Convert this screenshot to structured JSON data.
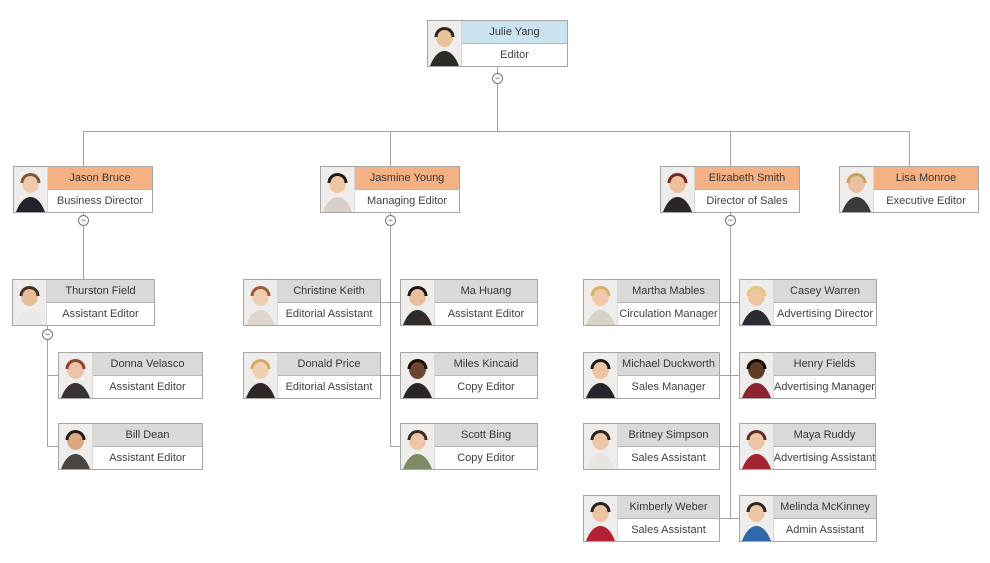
{
  "colors": {
    "level0_header": "#c9e4ef",
    "level1_header": "#f4b183",
    "level2_header": "#d9d9d9",
    "box_border": "#a6a6a6",
    "connector": "#a3a3a3",
    "background": "#ffffff"
  },
  "collapse_button": {
    "symbol": "−"
  },
  "nodes": [
    {
      "id": "julie-yang",
      "name": "Julie Yang",
      "title": "Editor",
      "level": 0,
      "parent": null,
      "avatar": {
        "skin": "#e9c29c",
        "hair": "#2b211c",
        "shirt": "#2e2a24"
      }
    },
    {
      "id": "jason-bruce",
      "name": "Jason Bruce",
      "title": "Business Director",
      "level": 1,
      "parent": "Julie Yang",
      "avatar": {
        "skin": "#efc9a8",
        "hair": "#7d5a3c",
        "shirt": "#23222a"
      }
    },
    {
      "id": "jasmine-young",
      "name": "Jasmine Young",
      "title": "Managing Editor",
      "level": 1,
      "parent": "Julie Yang",
      "avatar": {
        "skin": "#eec6a2",
        "hair": "#221a16",
        "shirt": "#d8cfc6"
      }
    },
    {
      "id": "elizabeth-smith",
      "name": "Elizabeth Smith",
      "title": "Director of Sales",
      "level": 1,
      "parent": "Julie Yang",
      "avatar": {
        "skin": "#ecc0a0",
        "hair": "#782820",
        "shirt": "#2b2626"
      }
    },
    {
      "id": "lisa-monroe",
      "name": "Lisa Monroe",
      "title": "Executive Editor",
      "level": 1,
      "parent": "Julie Yang",
      "avatar": {
        "skin": "#e8c2a0",
        "hair": "#c8a258",
        "shirt": "#3a3a3a"
      }
    },
    {
      "id": "thurston-field",
      "name": "Thurston Field",
      "title": "Assistant Editor",
      "level": 2,
      "parent": "Jason Bruce",
      "avatar": {
        "skin": "#e6bd9b",
        "hair": "#47301f",
        "shirt": "#e9e9e7"
      }
    },
    {
      "id": "donna-velasco",
      "name": "Donna Velasco",
      "title": "Assistant Editor",
      "level": 2,
      "parent": "Thurston Field",
      "avatar": {
        "skin": "#ecc3a4",
        "hair": "#93402c",
        "shirt": "#3a3231"
      }
    },
    {
      "id": "bill-dean",
      "name": "Bill Dean",
      "title": "Assistant Editor",
      "level": 2,
      "parent": "Thurston Field",
      "avatar": {
        "skin": "#d9a87f",
        "hair": "#241b16",
        "shirt": "#4a4440"
      }
    },
    {
      "id": "christine-keith",
      "name": "Christine Keith",
      "title": "Editorial Assistant",
      "level": 2,
      "parent": "Jasmine Young",
      "avatar": {
        "skin": "#efcdb2",
        "hair": "#a05a36",
        "shirt": "#ded6cf"
      }
    },
    {
      "id": "ma-huang",
      "name": "Ma Huang",
      "title": "Assistant Editor",
      "level": 2,
      "parent": "Jasmine Young",
      "avatar": {
        "skin": "#e9bf9c",
        "hair": "#1c1512",
        "shirt": "#2f2b28"
      }
    },
    {
      "id": "donald-price",
      "name": "Donald Price",
      "title": "Editorial Assistant",
      "level": 2,
      "parent": "Jasmine Young",
      "avatar": {
        "skin": "#f0d0b2",
        "hair": "#d8ab62",
        "shirt": "#2e2724"
      }
    },
    {
      "id": "miles-kincaid",
      "name": "Miles Kincaid",
      "title": "Copy Editor",
      "level": 2,
      "parent": "Jasmine Young",
      "avatar": {
        "skin": "#6d4530",
        "hair": "#171009",
        "shirt": "#2a2522"
      }
    },
    {
      "id": "scott-bing",
      "name": "Scott Bing",
      "title": "Copy Editor",
      "level": 2,
      "parent": "Jasmine Young",
      "avatar": {
        "skin": "#ecc6a6",
        "hair": "#3c2a1c",
        "shirt": "#7e8a64"
      }
    },
    {
      "id": "martha-mables",
      "name": "Martha Mables",
      "title": "Circulation Manager",
      "level": 2,
      "parent": "Elizabeth Smith",
      "avatar": {
        "skin": "#eec9ab",
        "hair": "#d9b164",
        "shirt": "#d8d2c8"
      }
    },
    {
      "id": "casey-warren",
      "name": "Casey Warren",
      "title": "Advertising Director",
      "level": 2,
      "parent": "Elizabeth Smith",
      "avatar": {
        "skin": "#eec4a2",
        "hair": "#e3c87e",
        "shirt": "#2b2b33"
      }
    },
    {
      "id": "michael-duckworth",
      "name": "Michael Duckworth",
      "title": "Sales Manager",
      "level": 2,
      "parent": "Elizabeth Smith",
      "avatar": {
        "skin": "#ecc4a4",
        "hair": "#1e1610",
        "shirt": "#26242c"
      }
    },
    {
      "id": "henry-fields",
      "name": "Henry Fields",
      "title": "Advertising Manager",
      "level": 2,
      "parent": "Elizabeth Smith",
      "avatar": {
        "skin": "#5e3b26",
        "hair": "#120c08",
        "shirt": "#8e2230"
      }
    },
    {
      "id": "britney-simpson",
      "name": "Britney Simpson",
      "title": "Sales Assistant",
      "level": 2,
      "parent": "Elizabeth Smith",
      "avatar": {
        "skin": "#ecc6a8",
        "hair": "#2c221e",
        "shirt": "#e7e5e2"
      }
    },
    {
      "id": "maya-ruddy",
      "name": "Maya Ruddy",
      "title": "Advertising Assistant",
      "level": 2,
      "parent": "Elizabeth Smith",
      "avatar": {
        "skin": "#eec4a6",
        "hair": "#5e2c22",
        "shirt": "#a52433"
      }
    },
    {
      "id": "kimberly-weber",
      "name": "Kimberly Weber",
      "title": "Sales Assistant",
      "level": 2,
      "parent": "Elizabeth Smith",
      "avatar": {
        "skin": "#ecc3a2",
        "hair": "#2a211d",
        "shirt": "#b22234"
      }
    },
    {
      "id": "melinda-mckinney",
      "name": "Melinda McKinney",
      "title": "Admin Assistant",
      "level": 2,
      "parent": "Elizabeth Smith",
      "avatar": {
        "skin": "#ecc5a6",
        "hair": "#2e2420",
        "shirt": "#2f69ac"
      }
    }
  ]
}
